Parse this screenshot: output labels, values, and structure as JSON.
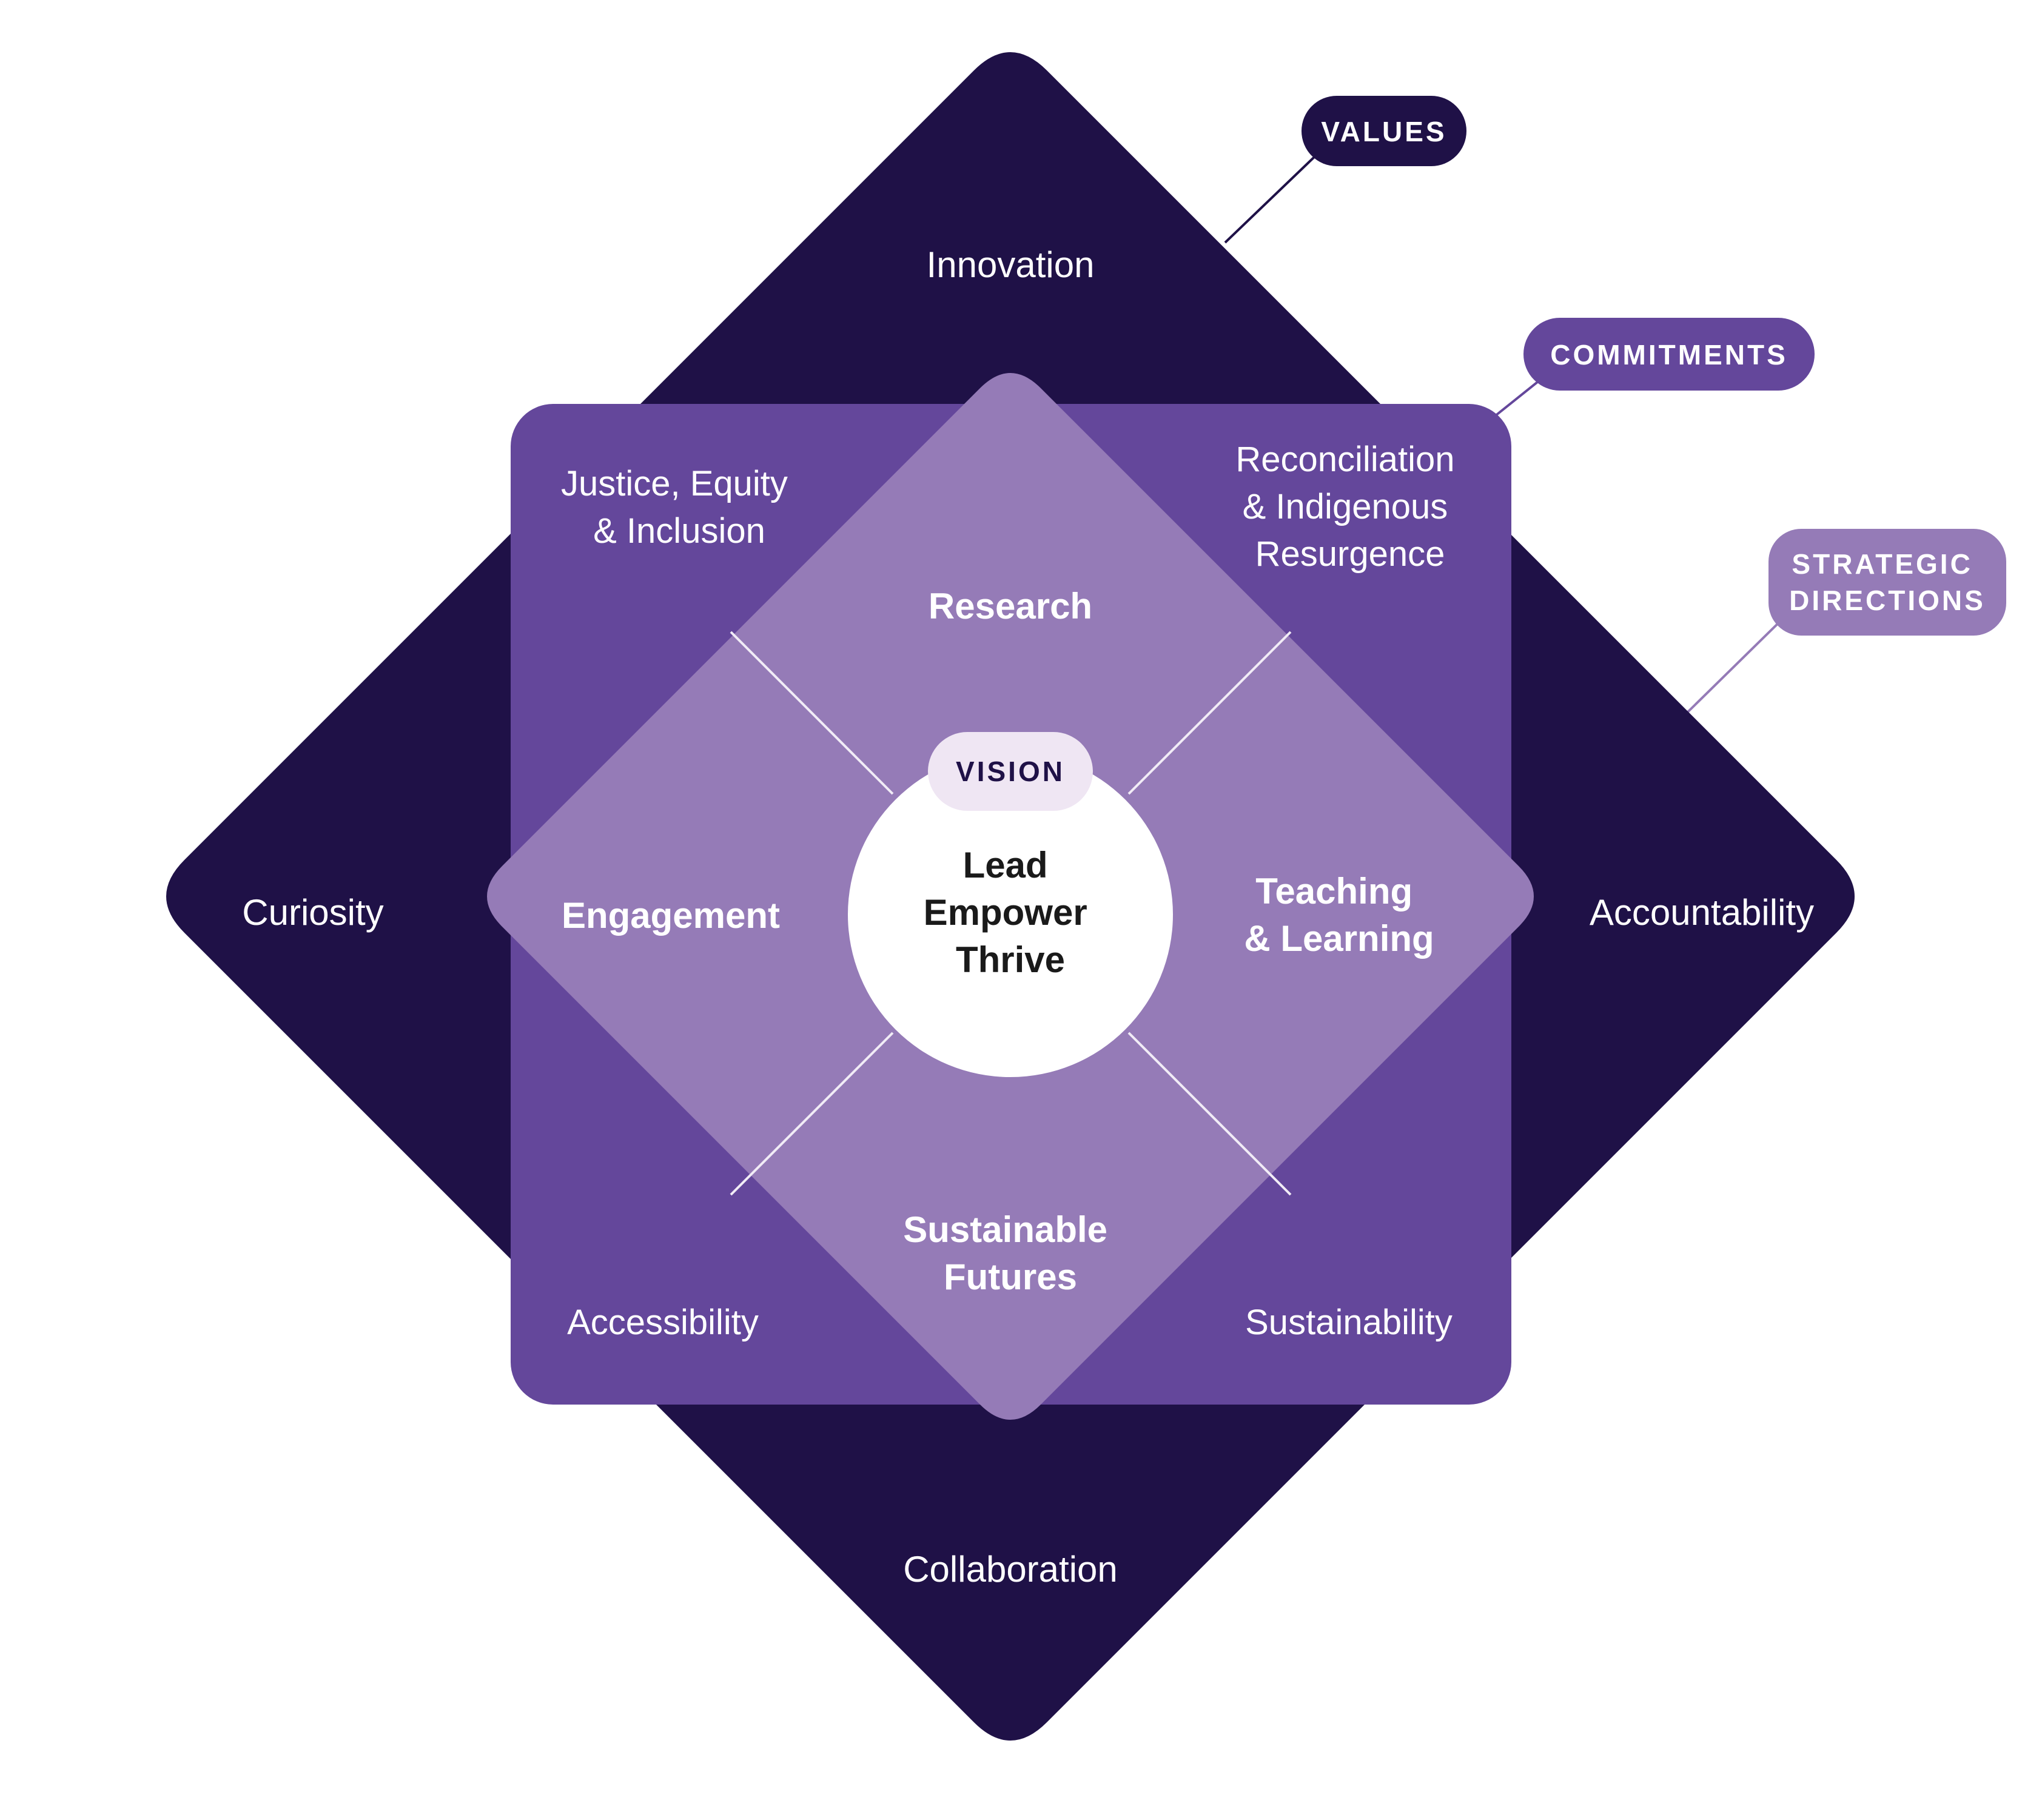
{
  "colors": {
    "values_layer": "#1f1147",
    "commitments_layer": "#64479b",
    "directions_layer": "#957bb7",
    "vision_circle": "#ffffff",
    "vision_pill": "#efe6f3",
    "divider_line": "#f1ecf6"
  },
  "values": {
    "label": "VALUES",
    "items": {
      "top": "Innovation",
      "left": "Curiosity",
      "right": "Accountability",
      "bottom": "Collaboration"
    }
  },
  "commitments": {
    "label": "COMMITMENTS",
    "items": {
      "top_left": [
        "Justice, Equity",
        "& Inclusion"
      ],
      "top_right": [
        "Reconciliation",
        "& Indigenous",
        "Resurgence"
      ],
      "bottom_left": [
        "Accessibility"
      ],
      "bottom_right": [
        "Sustainability"
      ]
    }
  },
  "strategic_directions": {
    "label": [
      "STRATEGIC",
      "DIRECTIONS"
    ],
    "items": {
      "top": [
        "Research"
      ],
      "left": [
        "Engagement"
      ],
      "right": [
        "Teaching",
        "& Learning"
      ],
      "bottom": [
        "Sustainable",
        "Futures"
      ]
    }
  },
  "vision": {
    "label": "VISION",
    "lines": [
      "Lead",
      "Empower",
      "Thrive"
    ]
  }
}
